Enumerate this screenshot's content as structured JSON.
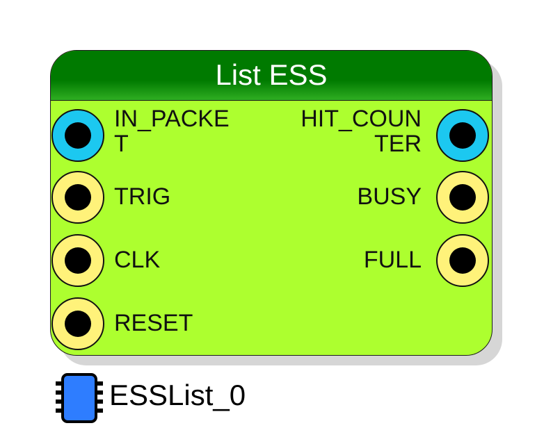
{
  "block": {
    "title": "List ESS",
    "inputs": [
      {
        "label": "IN_PACKE\nT",
        "kind": "data"
      },
      {
        "label": "TRIG",
        "kind": "signal"
      },
      {
        "label": "CLK",
        "kind": "signal"
      },
      {
        "label": "RESET",
        "kind": "signal"
      }
    ],
    "outputs": [
      {
        "label": "HIT_COUN\nTER",
        "kind": "data"
      },
      {
        "label": "BUSY",
        "kind": "signal"
      },
      {
        "label": "FULL",
        "kind": "signal"
      }
    ]
  },
  "instance": {
    "name": "ESSList_0",
    "icon": "chip-icon"
  },
  "colors": {
    "body": "#adff2f",
    "header": "#007a00",
    "data_port": "#1cc8f0",
    "signal_port": "#fff27a",
    "chip": "#2e7dff"
  }
}
